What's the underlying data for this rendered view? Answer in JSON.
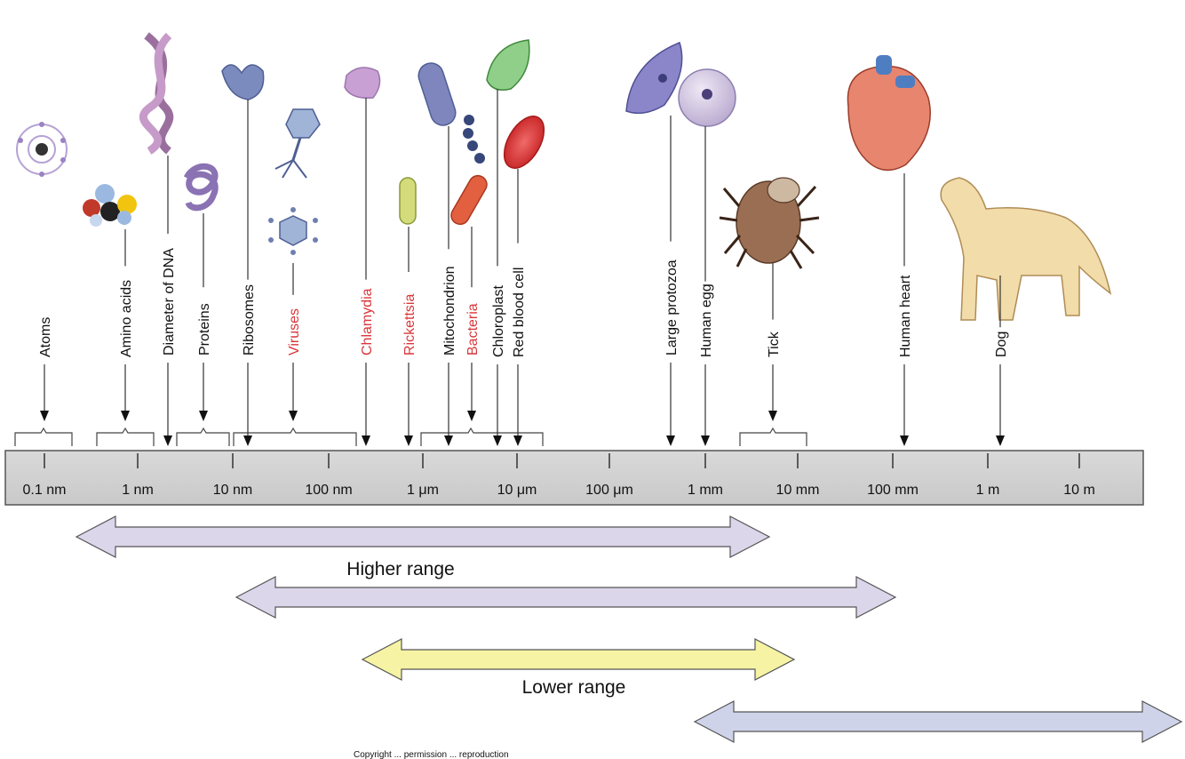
{
  "organisms": [
    {
      "label": "Atoms",
      "red": false,
      "icon": "atom-icon"
    },
    {
      "label": "Amino acids",
      "red": false,
      "icon": "amino-acid-molecule-icon"
    },
    {
      "label": "Diameter of DNA",
      "red": false,
      "icon": "dna-helix-icon"
    },
    {
      "label": "Proteins",
      "red": false,
      "icon": "protein-fold-icon"
    },
    {
      "label": "Ribosomes",
      "red": false,
      "icon": "ribosome-icon"
    },
    {
      "label": "Viruses",
      "red": true,
      "icon": "virus-icon"
    },
    {
      "label": "Chlamydia",
      "red": true,
      "icon": "chlamydia-icon"
    },
    {
      "label": "Rickettsia",
      "red": true,
      "icon": "rickettsia-icon"
    },
    {
      "label": "Mitochondrion",
      "red": false,
      "icon": "mitochondrion-icon"
    },
    {
      "label": "Bacteria",
      "red": true,
      "icon": "bacteria-icon"
    },
    {
      "label": "Chloroplast",
      "red": false,
      "icon": "chloroplast-icon"
    },
    {
      "label": "Red blood cell",
      "red": false,
      "icon": "red-blood-cell-icon"
    },
    {
      "label": "Large protozoa",
      "red": false,
      "icon": "protozoa-icon"
    },
    {
      "label": "Human egg",
      "red": false,
      "icon": "human-egg-icon"
    },
    {
      "label": "Tick",
      "red": false,
      "icon": "tick-icon"
    },
    {
      "label": "Human heart",
      "red": false,
      "icon": "heart-icon"
    },
    {
      "label": "Dog",
      "red": false,
      "icon": "dog-icon"
    }
  ],
  "scale_ticks": [
    "0.1 nm",
    "1 nm",
    "10 nm",
    "100 nm",
    "1 μm",
    "10 μm",
    "100 μm",
    "1 mm",
    "10 mm",
    "100 mm",
    "1 m",
    "10 m"
  ],
  "ranges": [
    {
      "label": "",
      "color": "#dcd6eb"
    },
    {
      "label": "Higher range",
      "color": "#dcd6eb"
    },
    {
      "label": "",
      "color": "#dcd6eb"
    },
    {
      "label": "Lower range",
      "color": "#f6f4a4"
    },
    {
      "label": "",
      "color": "#cfd3ea"
    }
  ],
  "credit": "Copyright ... permission ... reproduction"
}
